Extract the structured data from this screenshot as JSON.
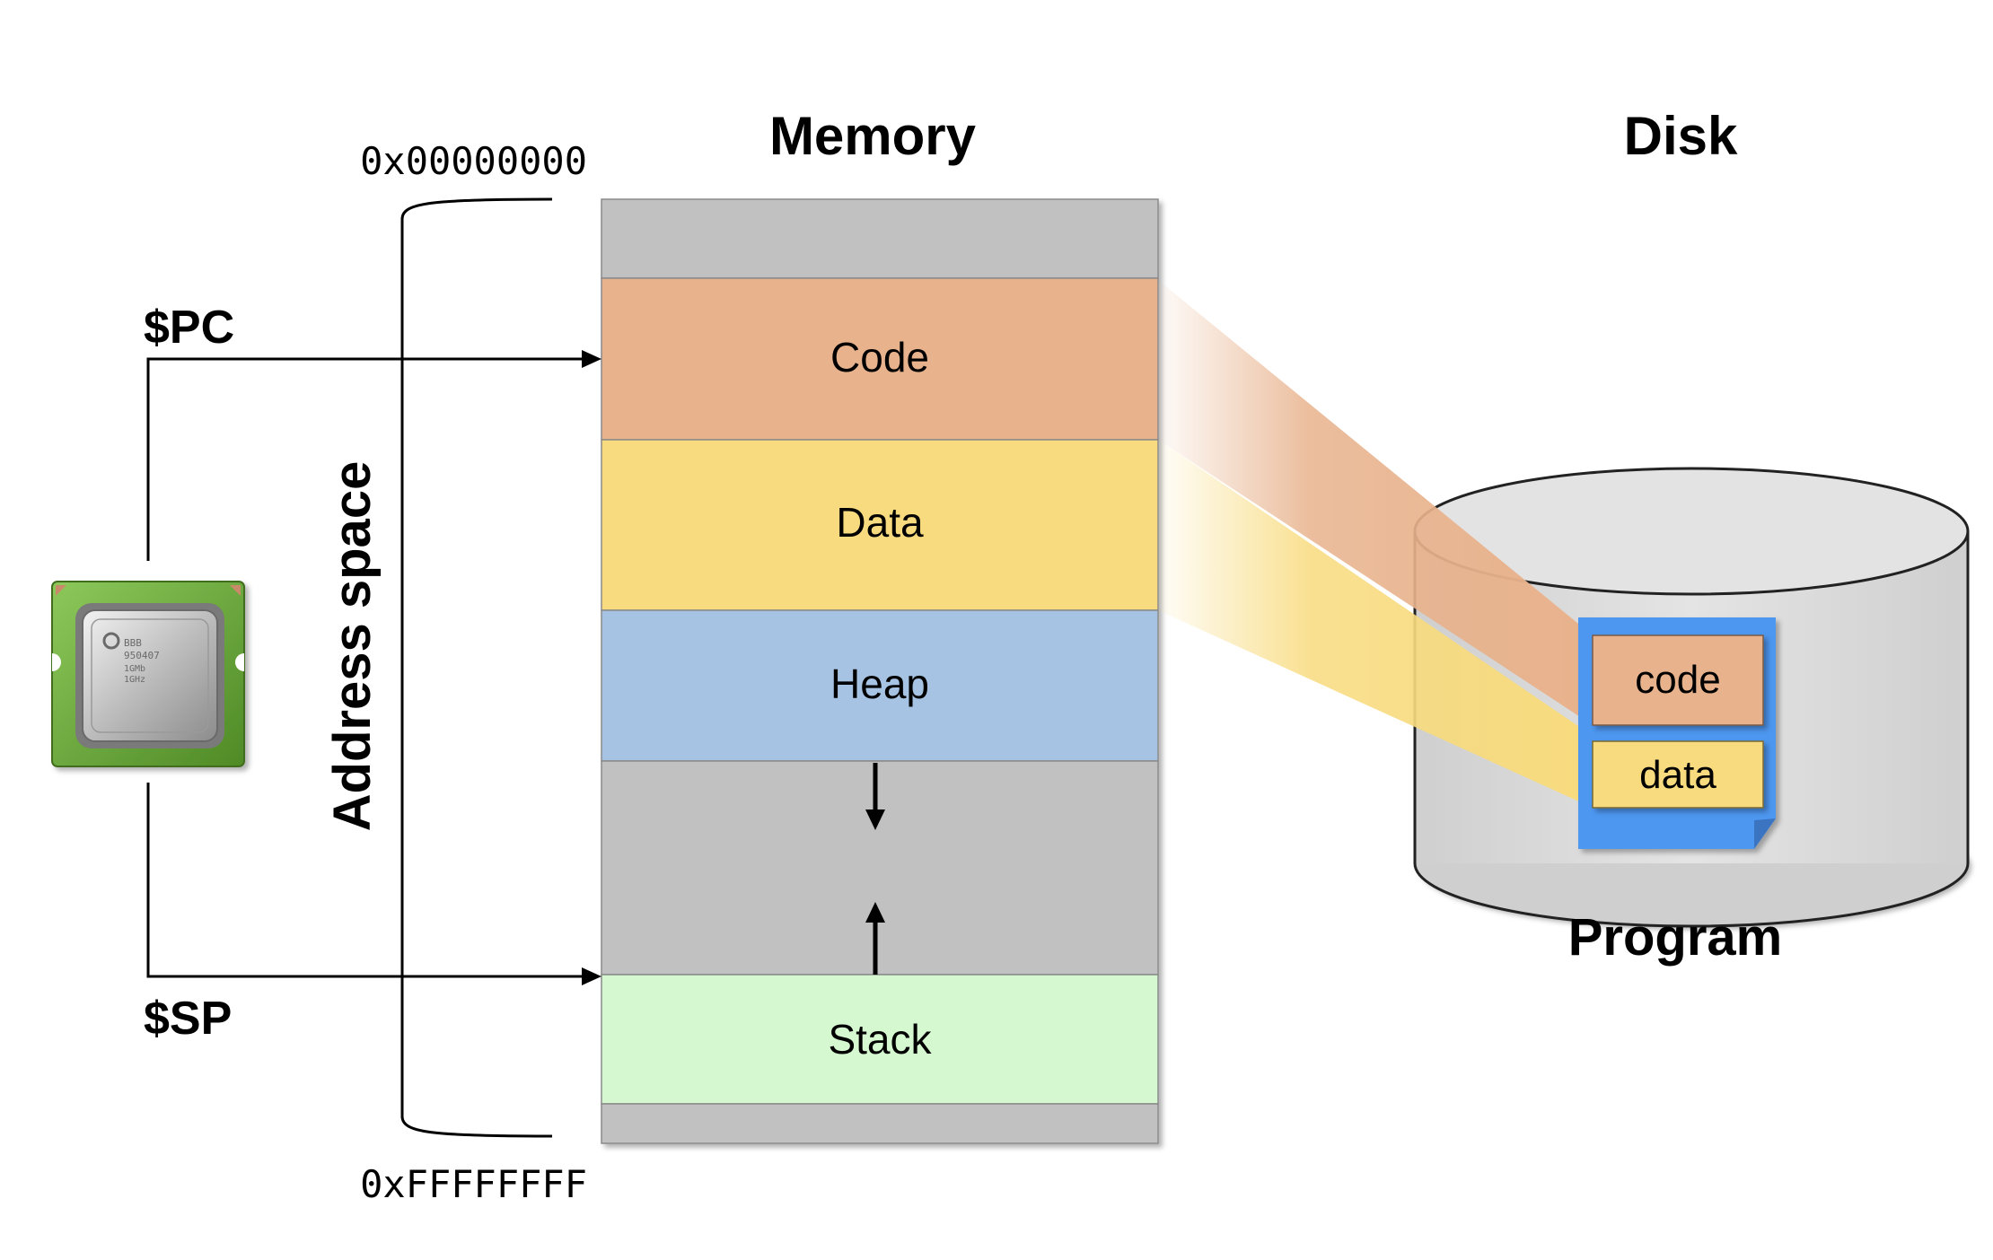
{
  "titles": {
    "memory": "Memory",
    "disk": "Disk",
    "program": "Program"
  },
  "addresses": {
    "start": "0x00000000",
    "end": "0xFFFFFFFF"
  },
  "registers": {
    "pc": "$PC",
    "sp": "$SP"
  },
  "address_space_label": "Address space",
  "segments": {
    "code": "Code",
    "data": "Data",
    "heap": "Heap",
    "stack": "Stack"
  },
  "program_file": {
    "code": "code",
    "data": "data"
  },
  "chip": {
    "lines": [
      "BBB",
      "950407",
      "1GMb",
      "1GHz"
    ]
  },
  "colors": {
    "code": "#e8b28c",
    "data": "#f8db7e",
    "heap": "#a6c3e3",
    "stack": "#d6f8d1",
    "unused": "#c1c1c1",
    "file": "#4e97f0",
    "disk": "#dcdcdc",
    "chip_board": "#6aa83b"
  },
  "icons": {
    "processor": "cpu-chip-icon",
    "disk": "disk-cylinder-icon",
    "file": "document-icon"
  }
}
